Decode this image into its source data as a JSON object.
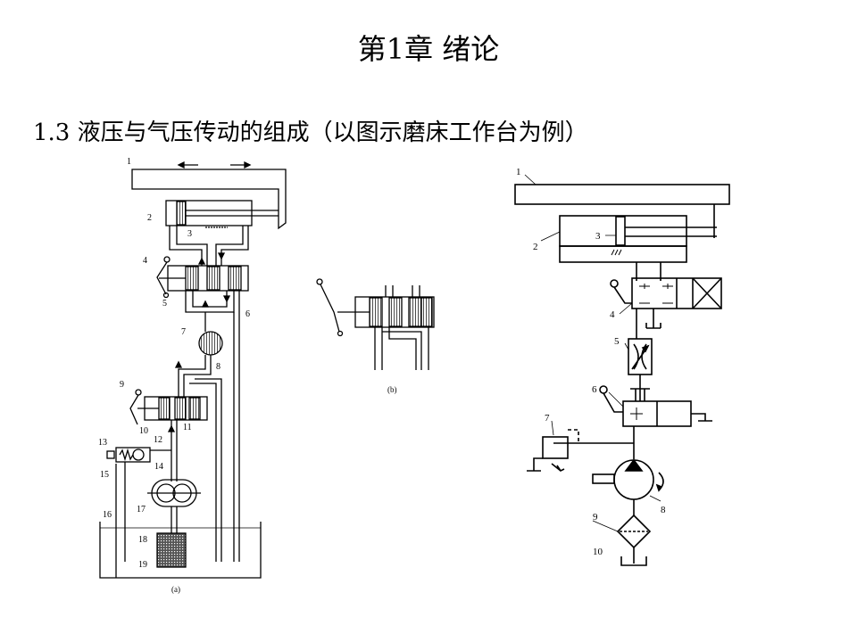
{
  "slide": {
    "title": "第1章    绪论",
    "subtitle": "1.3 液压与气压传动的组成（以图示磨床工作台为例）"
  },
  "diagram_a": {
    "caption": "(a)",
    "labels": [
      "1",
      "2",
      "3",
      "4",
      "5",
      "6",
      "7",
      "8",
      "9",
      "10",
      "11",
      "12",
      "13",
      "14",
      "15",
      "16",
      "17",
      "18",
      "19"
    ]
  },
  "diagram_b": {
    "caption": "(b)"
  },
  "diagram_right": {
    "labels": [
      "1",
      "2",
      "3",
      "4",
      "5",
      "6",
      "7",
      "8",
      "9",
      "10"
    ]
  }
}
